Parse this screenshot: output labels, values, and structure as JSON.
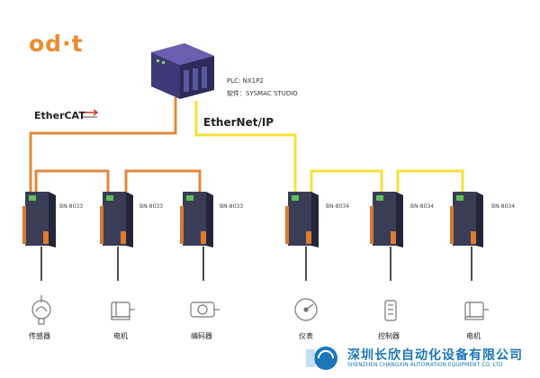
{
  "logo": {
    "text": "od·t"
  },
  "plc": {
    "name": "PLC: NX1P2",
    "software": "软件：SYSMAC STUDIO"
  },
  "networks": {
    "ethercat": "EtherCAT",
    "ethernetip": "EtherNet/IP"
  },
  "modules": [
    {
      "model": "BN-8033"
    },
    {
      "model": "BN-8033"
    },
    {
      "model": "BN-8033"
    },
    {
      "model": "BN-8034"
    },
    {
      "model": "BN-8034"
    },
    {
      "model": "BN-8034"
    }
  ],
  "devices": [
    {
      "label": "传感器",
      "icon": "sensor-icon"
    },
    {
      "label": "电机",
      "icon": "motor-icon"
    },
    {
      "label": "编码器",
      "icon": "encoder-icon"
    },
    {
      "label": "仪表",
      "icon": "gauge-icon"
    },
    {
      "label": "控制器",
      "icon": "controller-icon"
    },
    {
      "label": "电机",
      "icon": "motor-icon"
    }
  ],
  "company": {
    "name_cn": "深圳长欣自动化设备有限公司",
    "name_en": "SHENZHEN CHANGXIN AUTOMATION EQUIPMENT CO. LTD"
  },
  "colors": {
    "ethercat_cable": "#e08a3c",
    "ethernetip_cable": "#f4e23a",
    "module_body": "#3a3d55",
    "brand": "#1b77b8",
    "logo": "#ef8a2e"
  }
}
